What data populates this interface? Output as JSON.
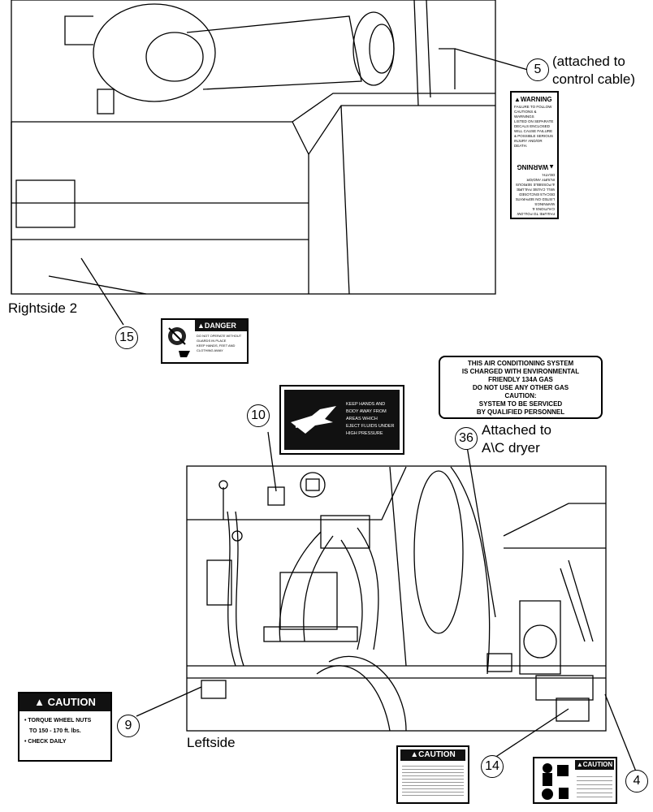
{
  "views": {
    "top_label": "Rightside 2",
    "bottom_label": "Leftside"
  },
  "callouts": {
    "c5": "5",
    "c5_note": "(attached to",
    "c5_note2": "control cable)",
    "c15": "15",
    "c10": "10",
    "c36": "36",
    "c36_note": "Attached to",
    "c36_note2": "A\\C dryer",
    "c9": "9",
    "c14": "14",
    "c4": "4"
  },
  "decals": {
    "warning_title": "▲WARNING",
    "warning_text": [
      "FAILURE TO FOLLOW",
      "CAUTIONS & WARNINGS",
      "LISTED ON SEPARATE",
      "DECALS ENCLOSED",
      "WILL CAUSE FAILURE",
      "& POSSIBLE SERIOUS",
      "INJURY AND/OR DEATH."
    ],
    "danger_title": "▲DANGER",
    "danger_text": [
      "DO NOT OPERATE WITHOUT",
      "GUARDS IN PLACE",
      "KEEP HANDS, FEET AND",
      "CLOTHING AWAY"
    ],
    "ac_lines": [
      "THIS AIR CONDITIONING SYSTEM",
      "IS CHARGED WITH ENVIRONMENTAL",
      "FRIENDLY 134A GAS",
      "DO NOT USE ANY OTHER GAS",
      "CAUTION:",
      "SYSTEM TO BE SERVICED",
      "BY QUALIFIED PERSONNEL"
    ],
    "hands_text": [
      "KEEP HANDS AND",
      "BODY AWAY FROM",
      "AREAS WHICH",
      "EJECT FLUIDS UNDER",
      "HIGH PRESSURE"
    ],
    "caution_title": "▲ CAUTION",
    "caution_lines": [
      "• TORQUE WHEEL NUTS",
      "TO 150 - 170 ft. lbs.",
      "• CHECK DAILY"
    ],
    "caution2_title": "▲CAUTION",
    "caution3_title": "▲CAUTION"
  }
}
